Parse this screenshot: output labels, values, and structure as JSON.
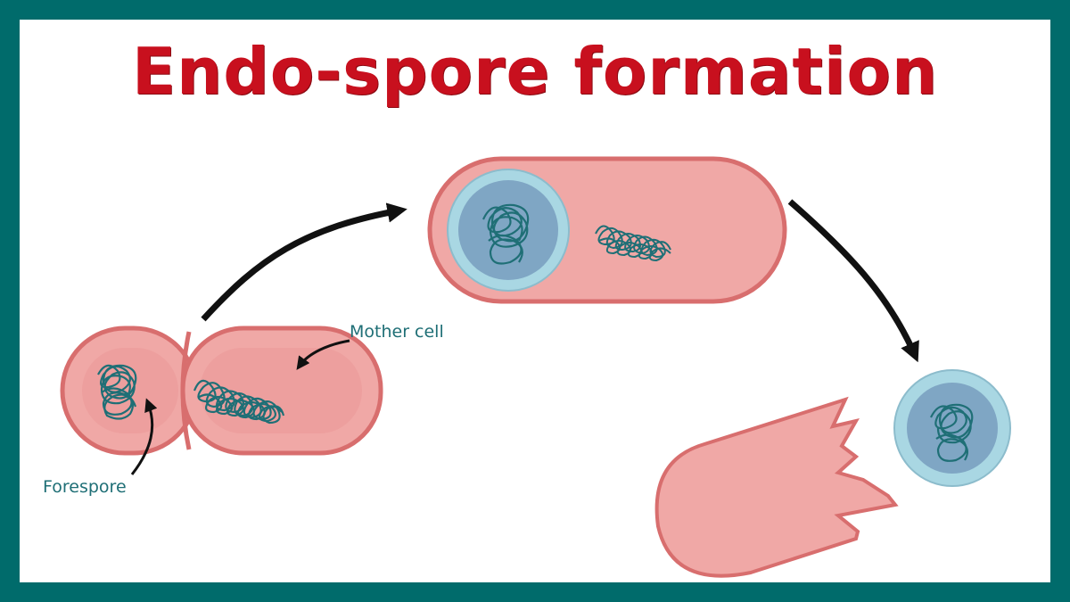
{
  "title": "Endo-spore formation",
  "labels": {
    "mother_cell": "Mother cell",
    "forespore": "Forespore"
  },
  "colors": {
    "border": "#006b6b",
    "title": "#c8101e",
    "cell_fill": "#f0a8a6",
    "cell_edge": "#d86e6e",
    "spore_outer": "#a9d7e3",
    "spore_inner": "#7fa6c4",
    "dna": "#1f6f76",
    "label": "#1f6f76"
  }
}
